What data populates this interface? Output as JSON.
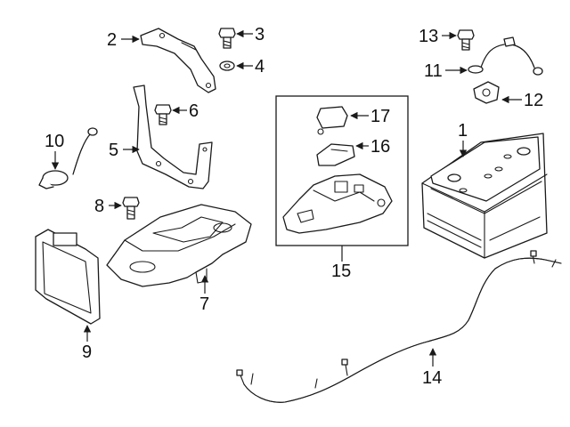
{
  "callouts": {
    "c1": "1",
    "c2": "2",
    "c3": "3",
    "c4": "4",
    "c5": "5",
    "c6": "6",
    "c7": "7",
    "c8": "8",
    "c9": "9",
    "c10": "10",
    "c11": "11",
    "c12": "12",
    "c13": "13",
    "c14": "14",
    "c15": "15",
    "c16": "16",
    "c17": "17"
  },
  "colors": {
    "line": "#1a1a1a",
    "background": "#ffffff"
  }
}
